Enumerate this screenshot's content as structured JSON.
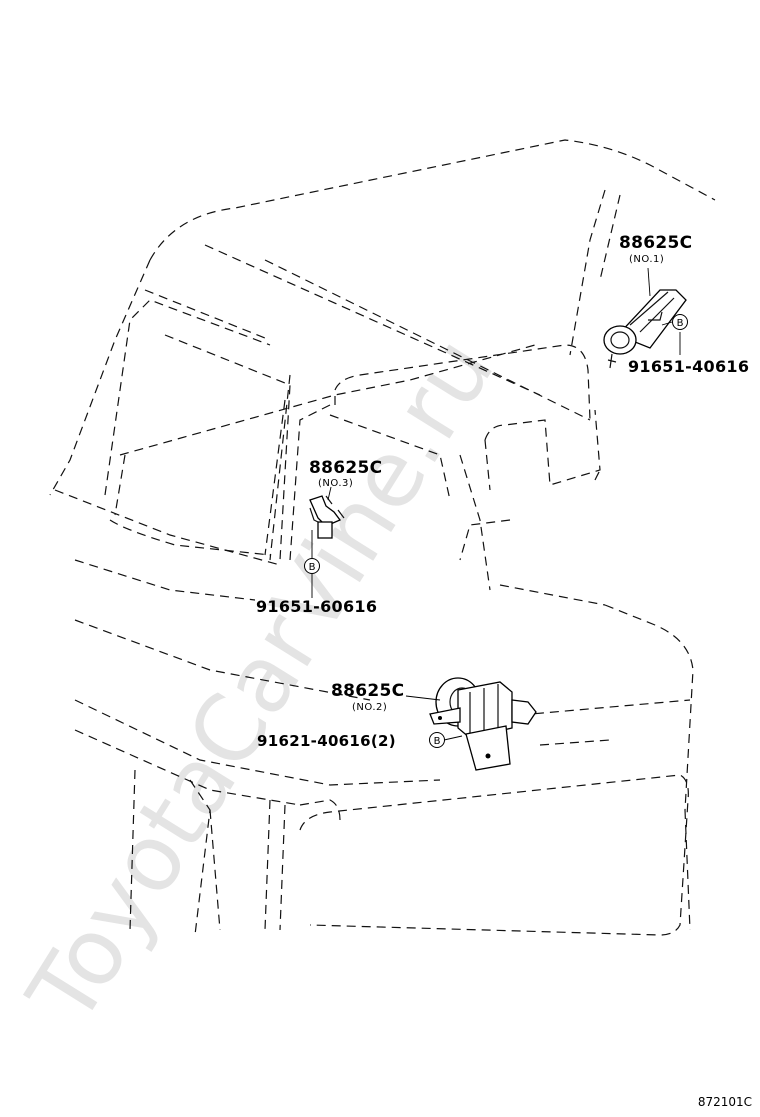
{
  "watermark": "ToyotaCarVine.ru",
  "figure_code": "872101C",
  "callouts": {
    "no1": {
      "part": "88625C",
      "sub": "(NO.1)",
      "bolt_marker": "B",
      "bolt_part": "91651-40616"
    },
    "no3": {
      "part": "88625C",
      "sub": "(NO.3)",
      "bolt_marker": "B",
      "bolt_part": "91651-60616"
    },
    "no2": {
      "part": "88625C",
      "sub": "(NO.2)",
      "bolt_marker": "B",
      "bolt_part": "91621-40616(2)"
    }
  }
}
